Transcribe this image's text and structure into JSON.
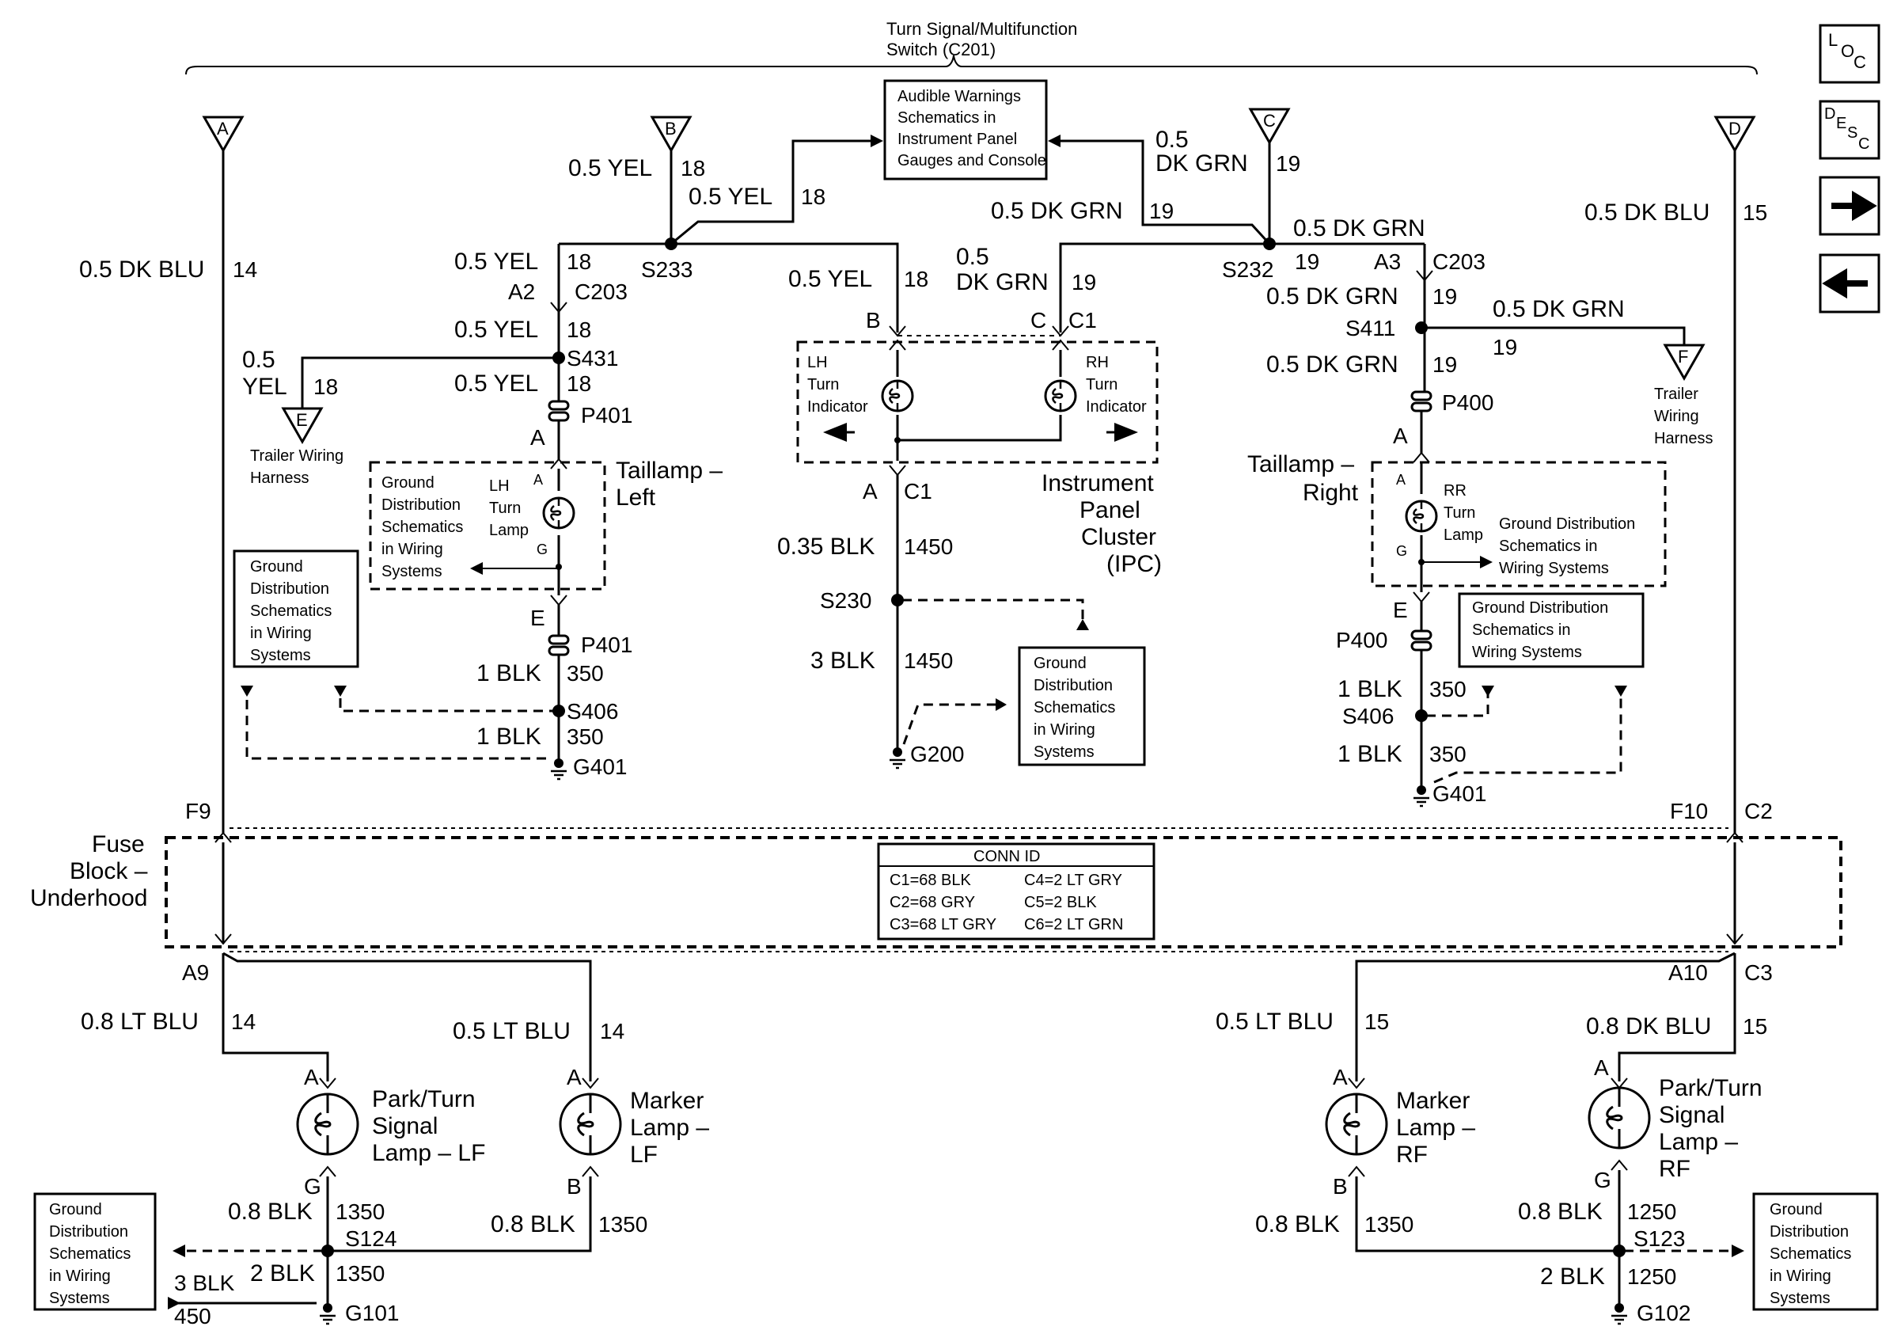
{
  "header": {
    "switch_line1": "Turn Signal/Multifunction",
    "switch_line2": "Switch (C201)"
  },
  "nav": {
    "loc": "LOC",
    "desc": "DESC",
    "next": "→",
    "prev": "←"
  },
  "audible_box": [
    "Audible Warnings",
    "Schematics in",
    "Instrument Panel",
    "Gauges and Console"
  ],
  "ground_box_lines": [
    "Ground",
    "Distribution",
    "Schematics",
    "in Wiring",
    "Systems"
  ],
  "ground_box_rr": [
    "Ground Distribution",
    "Schematics in",
    "Wiring Systems"
  ],
  "terminals": {
    "a": "A",
    "b": "B",
    "c": "C",
    "d": "D",
    "e": "E",
    "f": "F"
  },
  "trailer_left": [
    "Trailer Wiring",
    "Harness"
  ],
  "trailer_right": [
    "Trailer",
    "Wiring",
    "Harness"
  ],
  "lh_taillamp": {
    "title": [
      "Taillamp –",
      "Left"
    ],
    "lamp": [
      "LH",
      "Turn",
      "Lamp"
    ],
    "ground": [
      "Ground",
      "Distribution",
      "Schematics",
      "in Wiring",
      "Systems"
    ]
  },
  "rh_taillamp": {
    "title": [
      "Taillamp –",
      "Right"
    ],
    "lamp": [
      "RR",
      "Turn",
      "Lamp"
    ],
    "ground": [
      "Ground Distribution",
      "Schematics in",
      "Wiring Systems"
    ]
  },
  "ipc": {
    "lh": [
      "LH",
      "Turn",
      "Indicator"
    ],
    "rh": [
      "RH",
      "Turn",
      "Indicator"
    ],
    "title": [
      "Instrument",
      "Panel",
      "Cluster",
      "(IPC)"
    ]
  },
  "fuse_block": [
    "Fuse",
    "Block –",
    "Underhood"
  ],
  "conn_id": {
    "title": "CONN ID",
    "c1": "C1=68 BLK",
    "c2": "C2=68 GRY",
    "c3": "C3=68 LT GRY",
    "c4": "C4=2 LT GRY",
    "c5": "C5=2 BLK",
    "c6": "C6=2 LT GRN"
  },
  "lamps": {
    "park_lf": [
      "Park/Turn",
      "Signal",
      "Lamp – LF"
    ],
    "marker_lf": [
      "Marker",
      "Lamp –",
      "LF"
    ],
    "marker_rf": [
      "Marker",
      "Lamp –",
      "RF"
    ],
    "park_rf": [
      "Park/Turn",
      "Signal",
      "Lamp –",
      "RF"
    ]
  },
  "wires": {
    "dkblu": "0.5 DK BLU",
    "c14": "14",
    "c15": "15",
    "yel": "0.5 YEL",
    "c18": "18",
    "dkgrn": "0.5 DK GRN",
    "dkgrn_a": "0.5",
    "dkgrn_b": "DK GRN",
    "c19": "19",
    "yel_a": "0.5",
    "yel_b": "YEL",
    "blk035": "0.35 BLK",
    "blk3": "3 BLK",
    "c1450": "1450",
    "blk1": "1 BLK",
    "c350": "350",
    "ltblu08": "0.8 LT BLU",
    "ltblu05": "0.5 LT BLU",
    "dkblu08": "0.8 DK BLU",
    "blk08": "0.8 BLK",
    "blk2": "2 BLK",
    "c1350": "1350",
    "c1250": "1250",
    "c450": "450"
  },
  "conn": {
    "s233": "S233",
    "s232": "S232",
    "a2": "A2",
    "c203": "C203",
    "a3": "A3",
    "s431": "S431",
    "s411": "S411",
    "p401": "P401",
    "p400": "P400",
    "a": "A",
    "b": "B",
    "c": "C",
    "c1": "C1",
    "e": "E",
    "g": "G",
    "s230": "S230",
    "g200": "G200",
    "s406": "S406",
    "g401": "G401",
    "f9": "F9",
    "f10": "F10",
    "c2": "C2",
    "a9": "A9",
    "a10": "A10",
    "c3": "C3",
    "s124": "S124",
    "s123": "S123",
    "g101": "G101",
    "g102": "G102"
  }
}
